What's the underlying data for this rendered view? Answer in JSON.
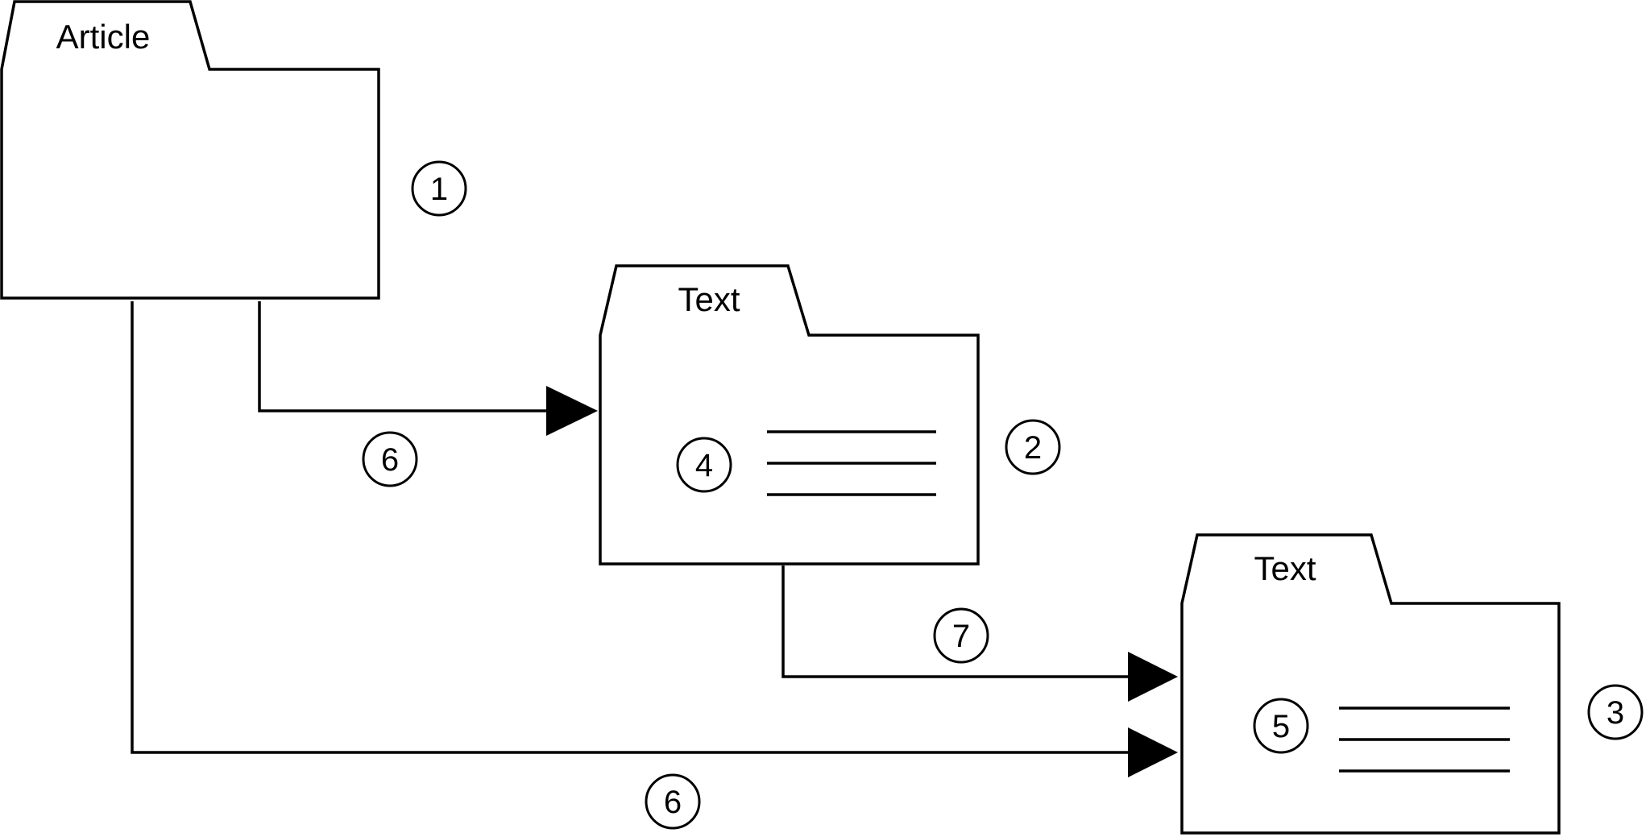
{
  "folders": [
    {
      "id": "article",
      "label": "Article",
      "callout": "1"
    },
    {
      "id": "text-1",
      "label": "Text",
      "callout": "2",
      "inner_callout": "4"
    },
    {
      "id": "text-2",
      "label": "Text",
      "callout": "3",
      "inner_callout": "5"
    }
  ],
  "connectors": [
    {
      "from": "article",
      "to": "text-1",
      "callout": "6"
    },
    {
      "from": "text-1",
      "to": "text-2",
      "callout": "7"
    },
    {
      "from": "article",
      "to": "text-2",
      "callout": "6"
    }
  ]
}
